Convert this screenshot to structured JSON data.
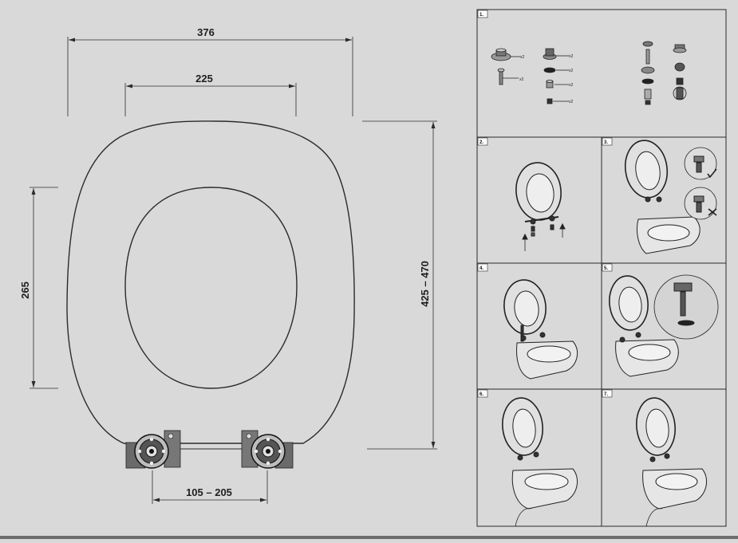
{
  "dimensions": {
    "overall_width": "376",
    "hole_width": "225",
    "hole_length": "265",
    "overall_length": "425 – 470",
    "hinge_spacing": "105 – 205"
  },
  "steps": [
    {
      "number": "1."
    },
    {
      "number": "2."
    },
    {
      "number": "3."
    },
    {
      "number": "4."
    },
    {
      "number": "5."
    },
    {
      "number": "6."
    },
    {
      "number": "7."
    }
  ],
  "parts_quantities": [
    "x2",
    "x2",
    "x2",
    "x2",
    "x2",
    "x2"
  ],
  "colors": {
    "background": "#d9d9d9",
    "line": "#2b2b2b",
    "hinge": "#555555"
  },
  "icons": [
    "check-mark-icon",
    "cross-mark-icon",
    "arrow-up-icon"
  ]
}
